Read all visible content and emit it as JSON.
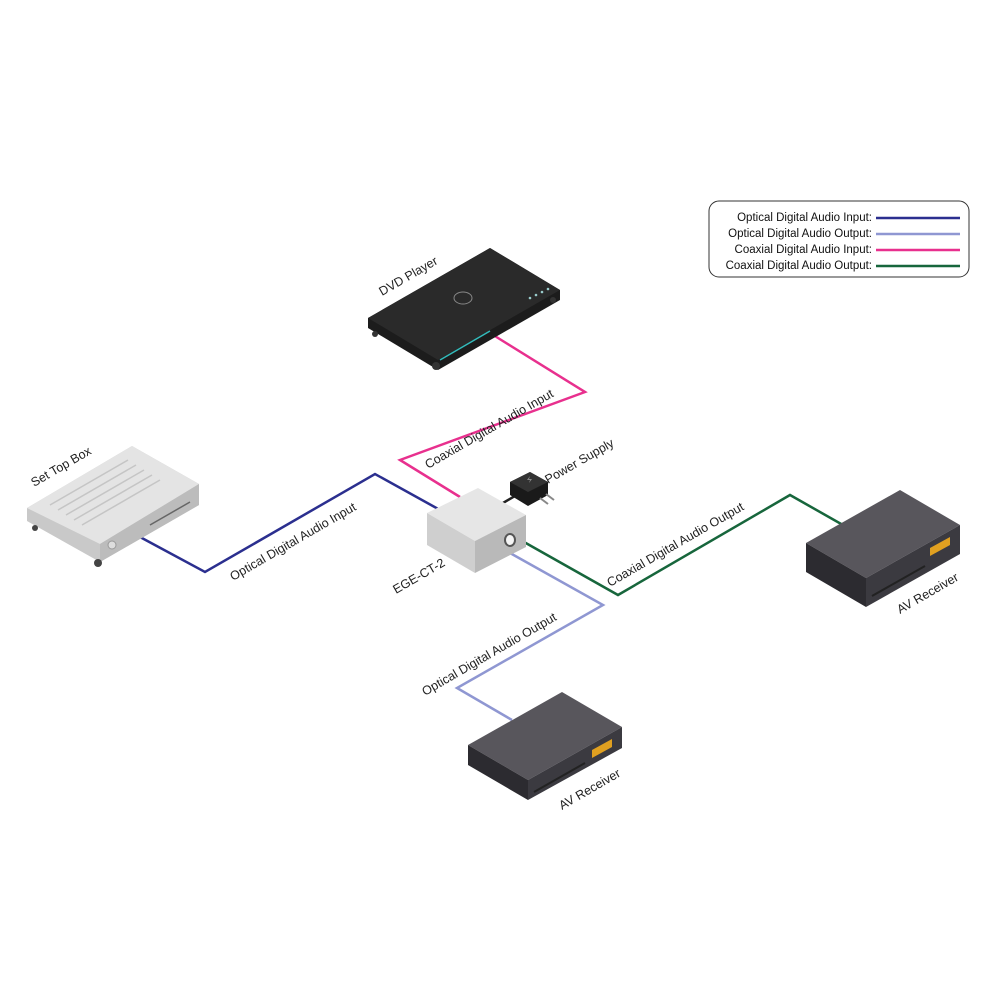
{
  "legend": {
    "items": [
      {
        "label": "Optical Digital Audio Input:",
        "color": "#2b2f8f"
      },
      {
        "label": "Optical Digital Audio Output:",
        "color": "#8f97d2"
      },
      {
        "label": "Coaxial Digital Audio Input:",
        "color": "#e8308e"
      },
      {
        "label": "Coaxial Digital Audio Output:",
        "color": "#17663c"
      }
    ]
  },
  "devices": {
    "dvd": "DVD Player",
    "stb": "Set Top Box",
    "converter": "EGE-CT-2",
    "power": "Power Supply",
    "receiver1": "AV Receiver",
    "receiver2": "AV Receiver"
  },
  "cables": {
    "coax_in": "Coaxial Digital Audio Input",
    "optical_in": "Optical Digital Audio Input",
    "coax_out": "Coaxial Digital Audio Output",
    "optical_out": "Optical Digital Audio Output"
  }
}
